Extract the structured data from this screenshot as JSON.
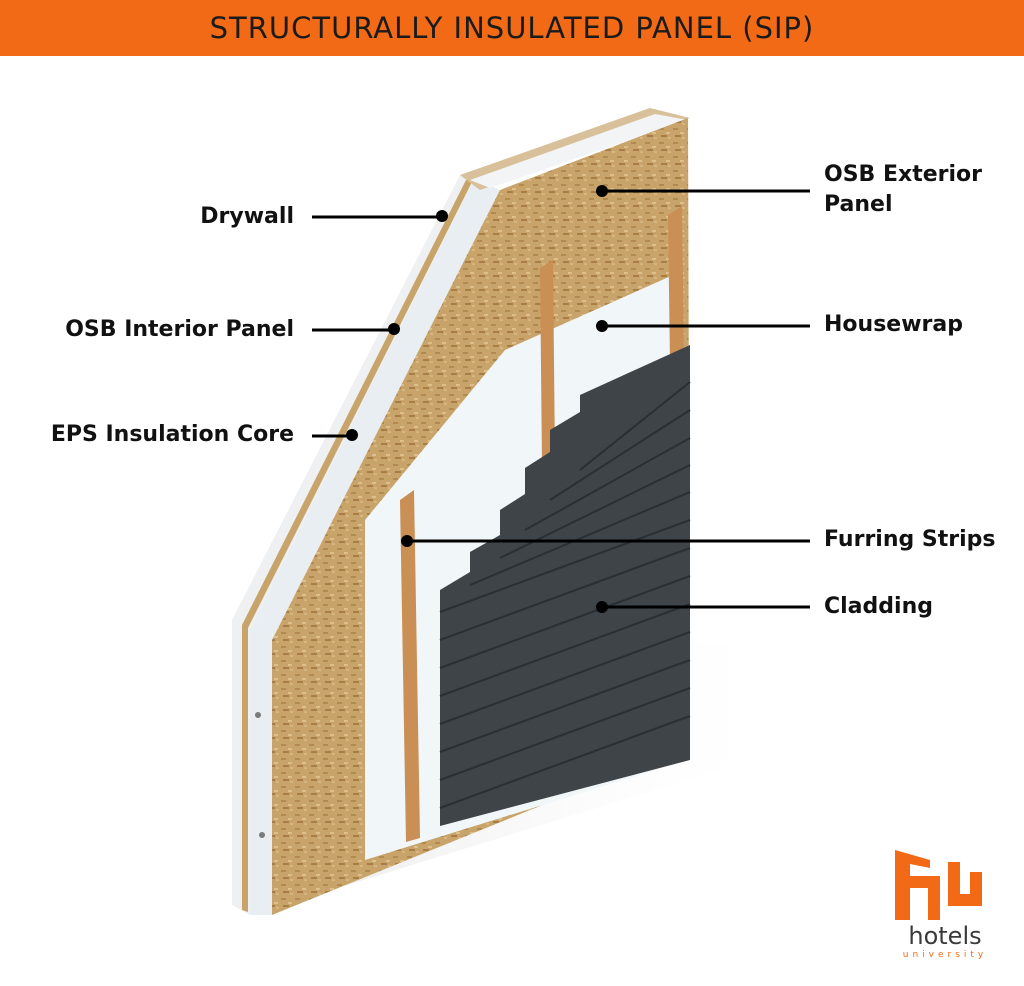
{
  "header": {
    "title": "STRUCTURALLY INSULATED PANEL (SIP)"
  },
  "labels": {
    "drywall": "Drywall",
    "osb_interior": "OSB Interior Panel",
    "eps_core": "EPS Insulation Core",
    "osb_exterior_line1": "OSB Exterior",
    "osb_exterior_line2": "Panel",
    "housewrap": "Housewrap",
    "furring": "Furring Strips",
    "cladding": "Cladding"
  },
  "brand": {
    "name": "hotels",
    "tagline": "university",
    "logo_letters": "hu"
  },
  "colors": {
    "header_bg": "#f26a16",
    "osb": "#c9a46a",
    "eps": "#e9eef2",
    "housewrap": "#f1f6f9",
    "furring": "#c98f55",
    "cladding": "#3e4448"
  }
}
